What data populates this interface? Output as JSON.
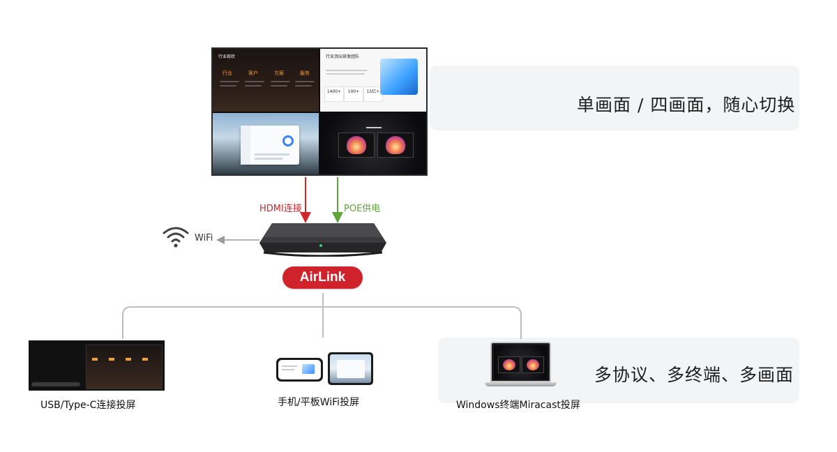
{
  "top_panel": {
    "title": "单画面 / 四画面，随心切换"
  },
  "bottom_panel": {
    "title": "多协议、多终端、多画面"
  },
  "video_wall": {
    "quad1": {
      "heading": "行业现状",
      "categories": [
        "行业",
        "客户",
        "方案",
        "服务"
      ]
    },
    "quad2": {
      "heading": "行业顶尖研发团队",
      "stats": [
        "1400+",
        "100+",
        "15亿+"
      ]
    }
  },
  "connections": {
    "hdmi_label": "HDMI连接",
    "poe_label": "POE供电",
    "wifi_label": "WiFi",
    "hdmi_color": "#d1262b",
    "poe_color": "#5fa33b",
    "wifi_arrow_color": "#9a9a9a"
  },
  "device": {
    "name": "AirLink",
    "badge_color": "#d0222a"
  },
  "devices": [
    {
      "caption": "USB/Type-C连接投屏"
    },
    {
      "caption": "手机/平板WiFi投屏"
    },
    {
      "caption": "Windows终端Miracast投屏"
    }
  ],
  "icons": [
    "wifi-icon"
  ]
}
